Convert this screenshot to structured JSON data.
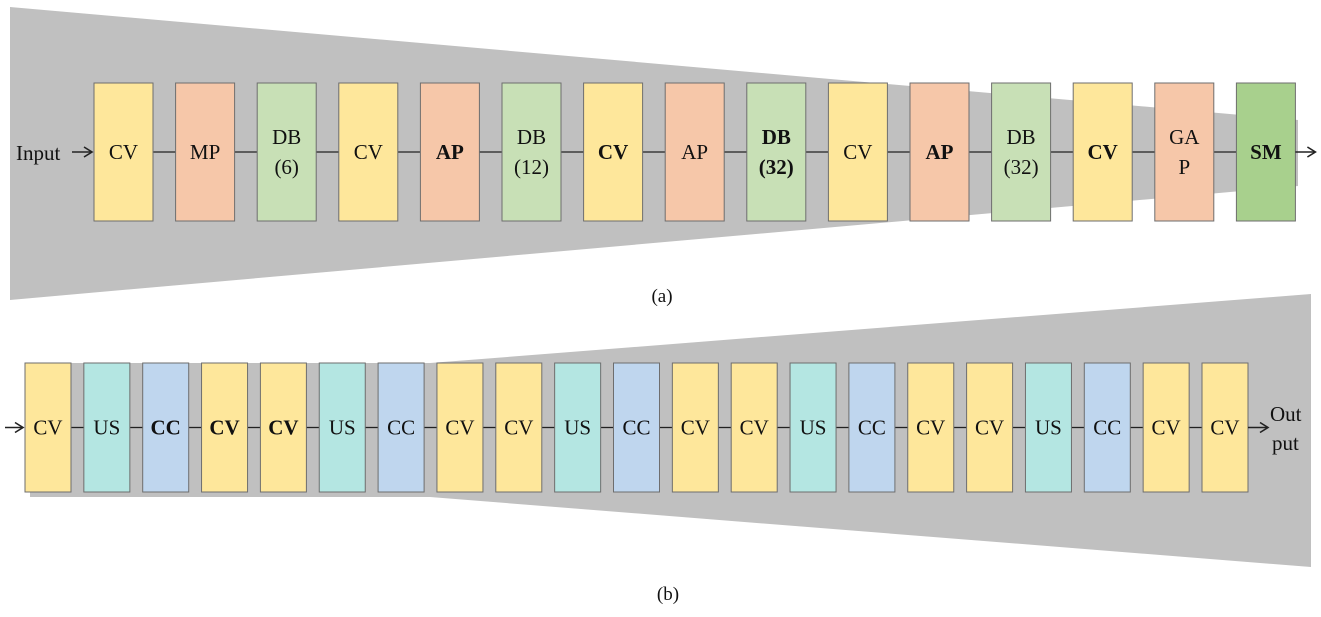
{
  "colors": {
    "background": "#ffffff",
    "funnel": "#c0c0c0",
    "line": "#222222",
    "block_stroke": "#6e6e6e",
    "CV": "#fee79b",
    "MP": "#f6c7a9",
    "AP": "#f6c7a9",
    "GAP": "#f6c7a9",
    "DB": "#c8e0b6",
    "SM": "#a8d08d",
    "US": "#b4e6e2",
    "CC": "#bfd6ee"
  },
  "diagram_a": {
    "caption": "(a)",
    "input_label": "Input",
    "blocks": [
      {
        "type": "CV",
        "lines": [
          "CV"
        ],
        "bold": false
      },
      {
        "type": "MP",
        "lines": [
          "MP"
        ],
        "bold": false
      },
      {
        "type": "DB",
        "lines": [
          "DB",
          "(6)"
        ],
        "bold": false
      },
      {
        "type": "CV",
        "lines": [
          "CV"
        ],
        "bold": false
      },
      {
        "type": "AP",
        "lines": [
          "AP"
        ],
        "bold": true
      },
      {
        "type": "DB",
        "lines": [
          "DB",
          "(12)"
        ],
        "bold": false
      },
      {
        "type": "CV",
        "lines": [
          "CV"
        ],
        "bold": true
      },
      {
        "type": "AP",
        "lines": [
          "AP"
        ],
        "bold": false
      },
      {
        "type": "DB",
        "lines": [
          "DB",
          "(32)"
        ],
        "bold": true
      },
      {
        "type": "CV",
        "lines": [
          "CV"
        ],
        "bold": false
      },
      {
        "type": "AP",
        "lines": [
          "AP"
        ],
        "bold": true
      },
      {
        "type": "DB",
        "lines": [
          "DB",
          "(32)"
        ],
        "bold": false
      },
      {
        "type": "CV",
        "lines": [
          "CV"
        ],
        "bold": true
      },
      {
        "type": "GAP",
        "lines": [
          "GA",
          "P"
        ],
        "bold": false
      },
      {
        "type": "SM",
        "lines": [
          "SM"
        ],
        "bold": true
      }
    ]
  },
  "diagram_b": {
    "caption": "(b)",
    "output_label": [
      "Out",
      "put"
    ],
    "blocks": [
      {
        "type": "CV",
        "lines": [
          "CV"
        ],
        "bold": false
      },
      {
        "type": "US",
        "lines": [
          "US"
        ],
        "bold": false
      },
      {
        "type": "CC",
        "lines": [
          "CC"
        ],
        "bold": true
      },
      {
        "type": "CV",
        "lines": [
          "CV"
        ],
        "bold": true
      },
      {
        "type": "CV",
        "lines": [
          "CV"
        ],
        "bold": true
      },
      {
        "type": "US",
        "lines": [
          "US"
        ],
        "bold": false
      },
      {
        "type": "CC",
        "lines": [
          "CC"
        ],
        "bold": false
      },
      {
        "type": "CV",
        "lines": [
          "CV"
        ],
        "bold": false
      },
      {
        "type": "CV",
        "lines": [
          "CV"
        ],
        "bold": false
      },
      {
        "type": "US",
        "lines": [
          "US"
        ],
        "bold": false
      },
      {
        "type": "CC",
        "lines": [
          "CC"
        ],
        "bold": false
      },
      {
        "type": "CV",
        "lines": [
          "CV"
        ],
        "bold": false
      },
      {
        "type": "CV",
        "lines": [
          "CV"
        ],
        "bold": false
      },
      {
        "type": "US",
        "lines": [
          "US"
        ],
        "bold": false
      },
      {
        "type": "CC",
        "lines": [
          "CC"
        ],
        "bold": false
      },
      {
        "type": "CV",
        "lines": [
          "CV"
        ],
        "bold": false
      },
      {
        "type": "CV",
        "lines": [
          "CV"
        ],
        "bold": false
      },
      {
        "type": "US",
        "lines": [
          "US"
        ],
        "bold": false
      },
      {
        "type": "CC",
        "lines": [
          "CC"
        ],
        "bold": false
      },
      {
        "type": "CV",
        "lines": [
          "CV"
        ],
        "bold": false
      },
      {
        "type": "CV",
        "lines": [
          "CV"
        ],
        "bold": false
      }
    ]
  }
}
